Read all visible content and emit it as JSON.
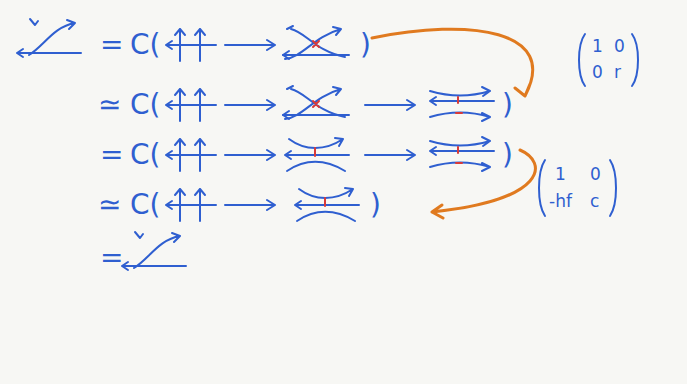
{
  "diagram": {
    "labels": [
      "=",
      "C(",
      ")",
      "1",
      "0",
      "0",
      "r",
      "≃",
      "C(",
      ")",
      "=",
      "C(",
      ")",
      "1",
      "0",
      "-hf",
      "c",
      "≃",
      "C(",
      ")",
      "="
    ]
  }
}
